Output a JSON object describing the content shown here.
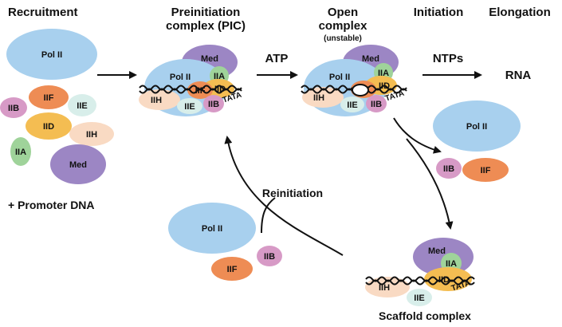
{
  "headers": {
    "recruitment": "Recruitment",
    "pic_line1": "Preinitiation",
    "pic_line2": "complex (PIC)",
    "open_line1": "Open",
    "open_line2": "complex",
    "open_note": "(unstable)",
    "initiation": "Initiation",
    "elongation": "Elongation"
  },
  "factors": {
    "pol2": "Pol II",
    "tfiib": "IIB",
    "tfiif": "IIF",
    "tfiie": "IIE",
    "tfiid": "IID",
    "tfiih": "IIH",
    "tfiia": "IIA",
    "mediator": "Med",
    "tata": "TATA"
  },
  "labels": {
    "promoter_dna": "+ Promoter DNA",
    "atp": "ATP",
    "ntps": "NTPs",
    "rna": "RNA",
    "reinitiation": "Reinitiation",
    "scaffold": "Scaffold complex"
  },
  "colors": {
    "pol2": "#a8d0ee",
    "mediator": "#9c86c4",
    "tfiib": "#d79ac6",
    "tfiif": "#ee8c54",
    "tfiie": "#d8eeea",
    "tfiid": "#f4bd52",
    "tfiih": "#f9dac3",
    "tfiia": "#9fd39a"
  }
}
